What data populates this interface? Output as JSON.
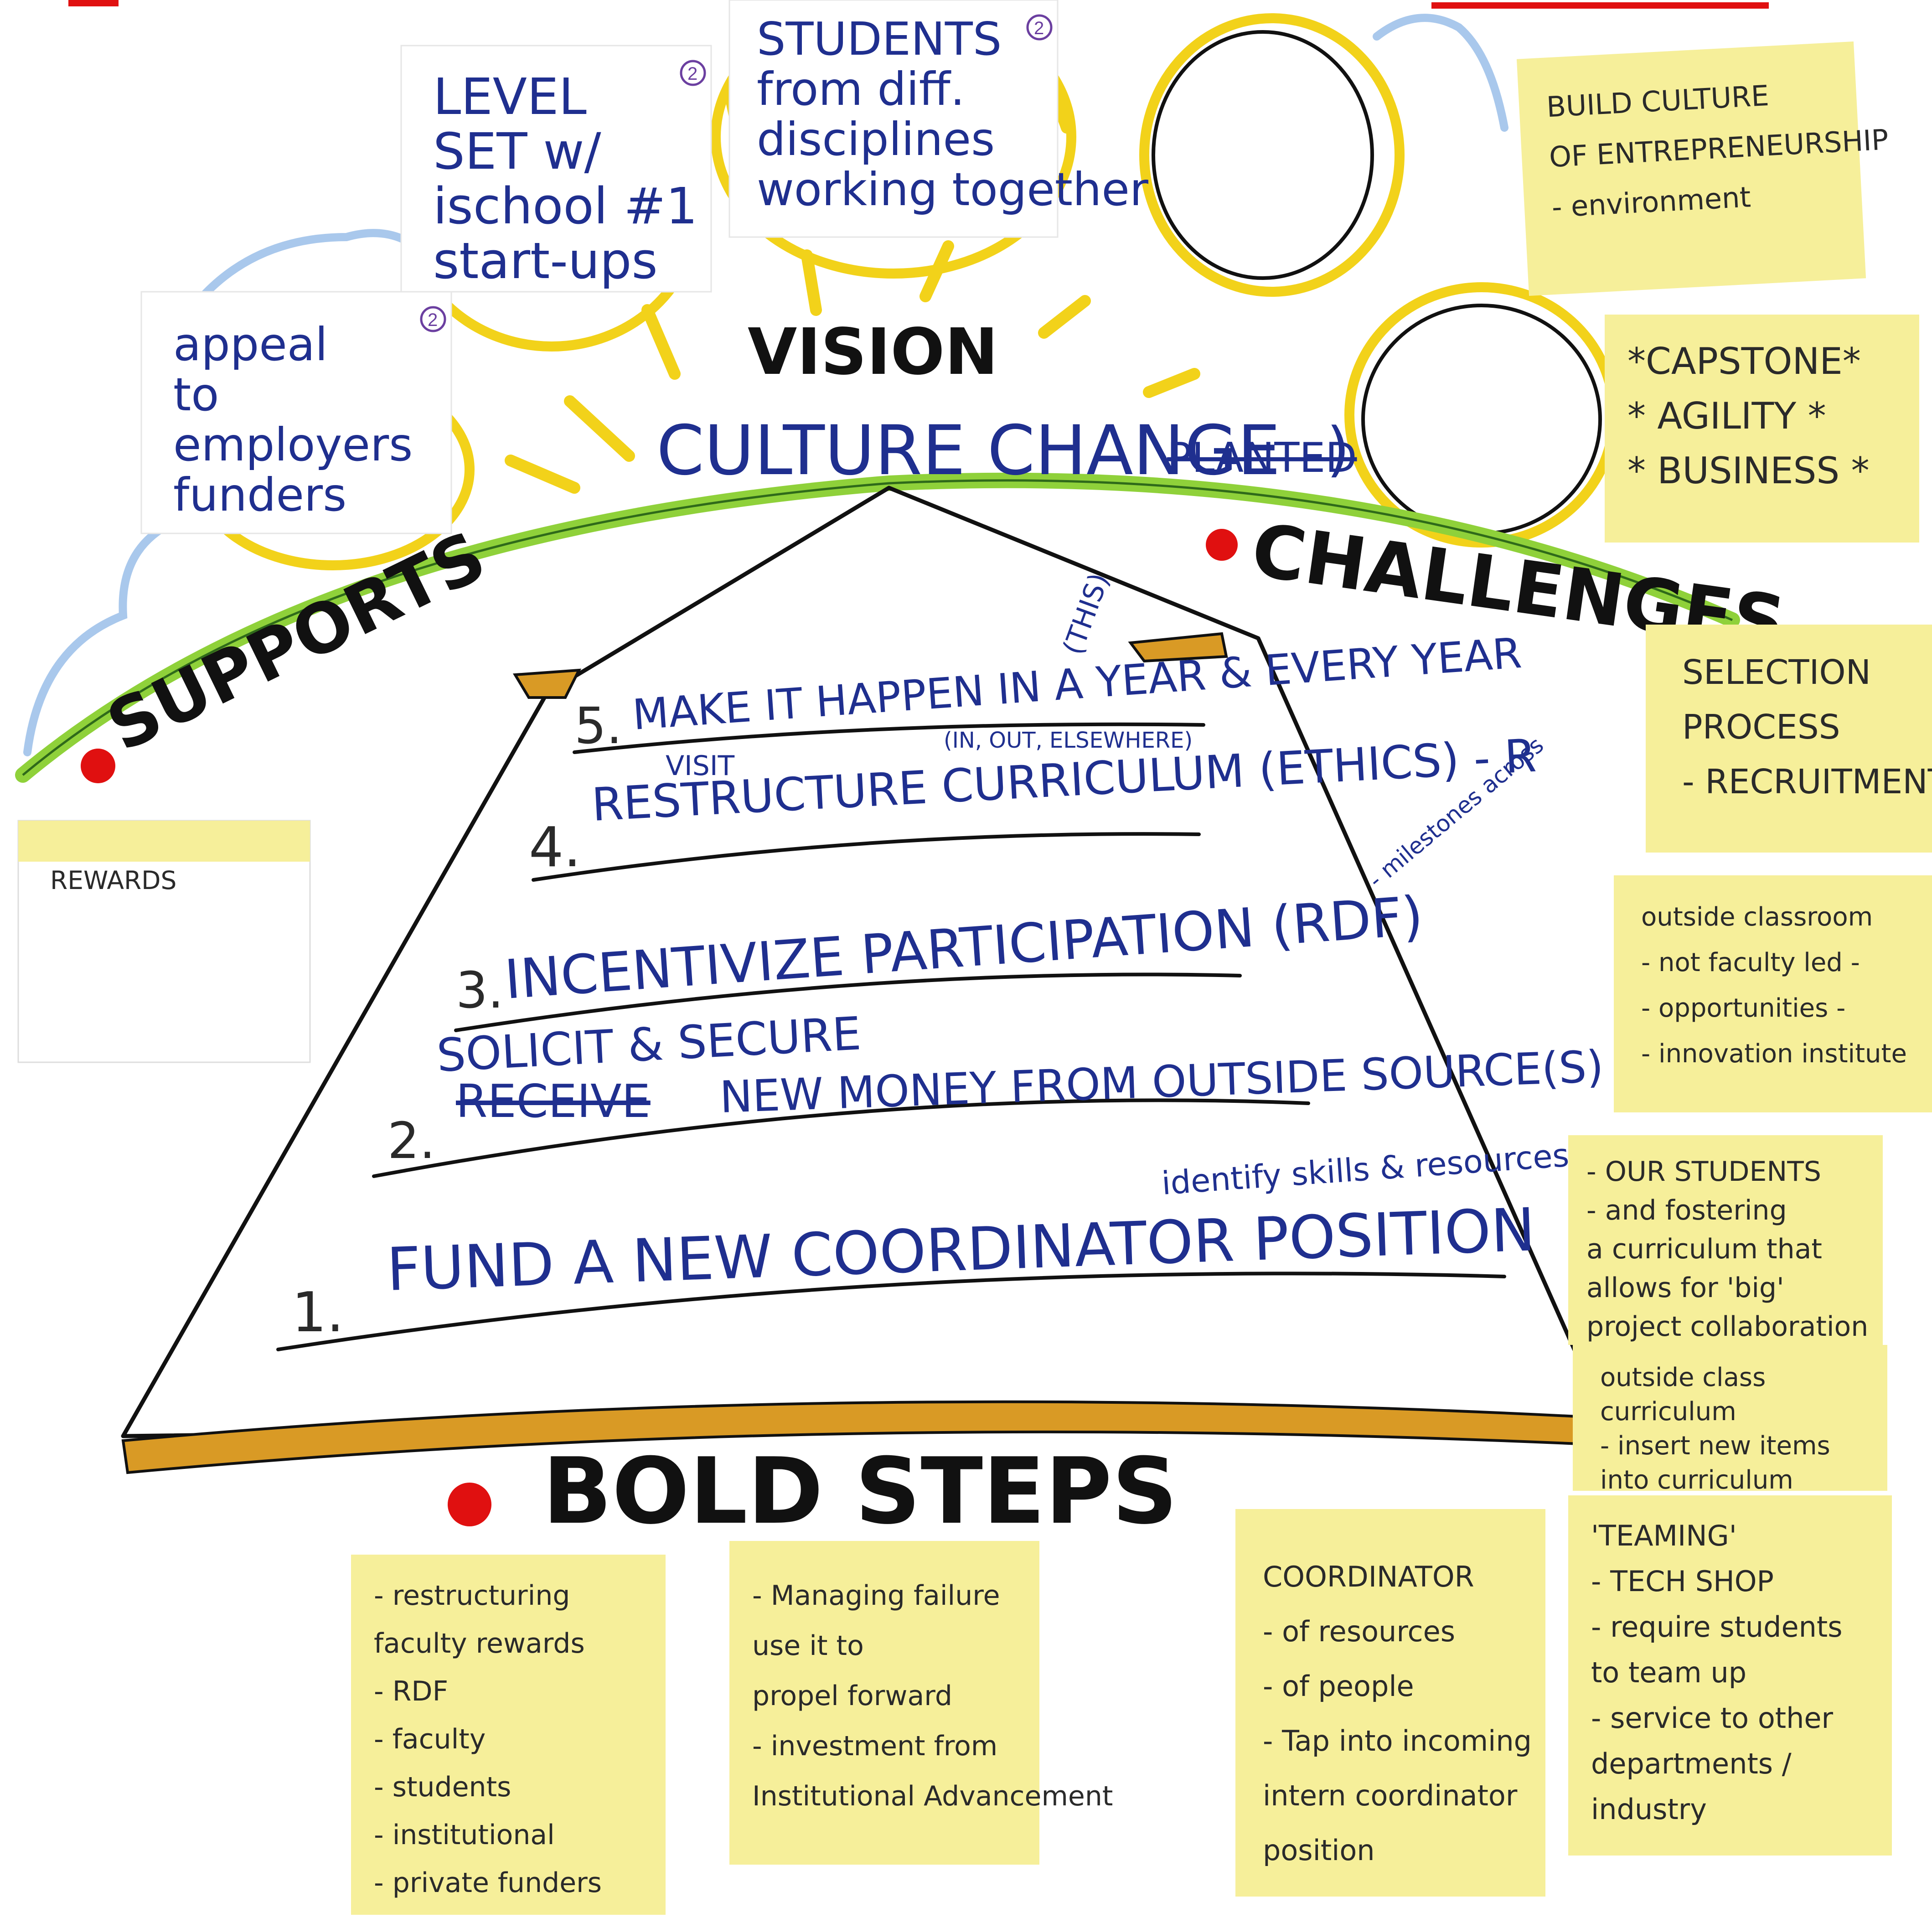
{
  "colors": {
    "ink_blue": "#1f2f8f",
    "ink_black": "#111111",
    "sticky_yellow": "#f6ef9a",
    "sun_yellow": "#f2d21a",
    "bar_orange": "#d99a25",
    "hill_green": "#8fd13a",
    "cloud_blue": "#a9c8ec",
    "dot_red": "#e01010"
  },
  "headings": {
    "vision": "VISION",
    "supports": "SUPPORTS",
    "challenges": "CHALLENGES",
    "bold_steps": "BOLD STEPS"
  },
  "vision_statement": {
    "main": "CULTURE CHANGE",
    "strike": "PLANTED",
    "end": ")"
  },
  "sun_cards": [
    {
      "lines": [
        "appeal",
        "to",
        "employers",
        "funders"
      ],
      "badge": "2"
    },
    {
      "lines": [
        "LEVEL",
        "SET w/",
        "ischool #1",
        "start-ups"
      ],
      "badge": "2"
    },
    {
      "lines": [
        "STUDENTS",
        "from diff.",
        "disciplines",
        "working together"
      ],
      "badge": "2"
    }
  ],
  "steps": [
    {
      "number": "5.",
      "text": "MAKE IT HAPPEN IN A YEAR & EVERY YEAR",
      "annotation": "(THIS)"
    },
    {
      "number": "4.",
      "above": "VISIT",
      "above_note": "(IN, OUT, ELSEWHERE)",
      "text": "RESTRUCTURE CURRICULUM (ETHICS) - R",
      "annotation": "- milestones across"
    },
    {
      "number": "3.",
      "text": "INCENTIVIZE PARTICIPATION (RDF)"
    },
    {
      "number": "2.",
      "above": "SOLICIT & SECURE",
      "strike": "RECEIVE",
      "text": "NEW MONEY FROM OUTSIDE SOURCE(S)"
    },
    {
      "number": "1.",
      "text": "FUND A NEW COORDINATOR POSITION",
      "annotation": "identify skills & resources"
    }
  ],
  "supports_note": "REWARDS",
  "challenge_notes": [
    {
      "lines": [
        "BUILD CULTURE",
        "OF ENTREPRENEURSHIP",
        "- environment"
      ]
    },
    {
      "lines": [
        "*CAPSTONE*",
        "* AGILITY *",
        "* BUSINESS *"
      ]
    },
    {
      "lines": [
        "SELECTION",
        "PROCESS",
        "- RECRUITMENT"
      ]
    },
    {
      "lines": [
        "outside classroom",
        "- not faculty led -",
        "- opportunities -",
        "- innovation institute"
      ]
    },
    {
      "lines": [
        "- OUR STUDENTS",
        "- and fostering",
        "a curriculum that",
        "allows for 'big'",
        "project collaboration"
      ]
    },
    {
      "lines": [
        "outside class",
        "curriculum",
        "- insert new items",
        "into curriculum"
      ]
    },
    {
      "lines": [
        "'TEAMING'",
        "- TECH SHOP",
        "- require students",
        "to team up",
        "- service to other",
        "departments /",
        "industry"
      ]
    }
  ],
  "bold_notes": [
    {
      "lines": [
        "- restructuring",
        "faculty rewards",
        "- RDF",
        "- faculty",
        "- students",
        "- institutional",
        "- private funders"
      ]
    },
    {
      "lines": [
        "- Managing failure",
        "use it to",
        "propel forward",
        "- investment from",
        "Institutional Advancement"
      ]
    },
    {
      "lines": [
        "COORDINATOR",
        "- of resources",
        "- of people",
        "- Tap into incoming",
        "intern coordinator",
        "position"
      ]
    }
  ]
}
